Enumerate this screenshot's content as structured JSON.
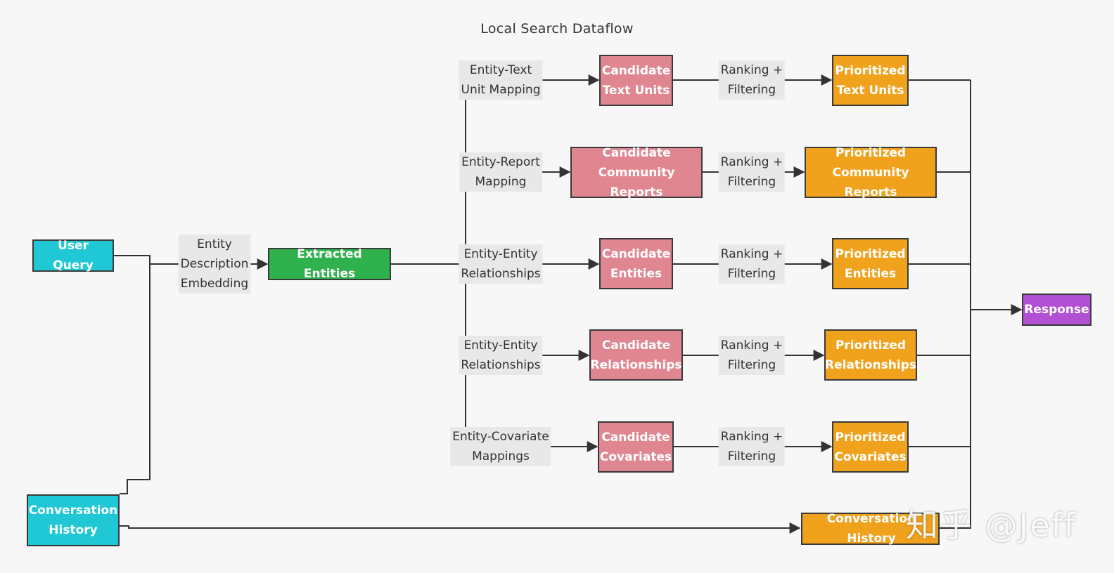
{
  "title": "Local Search Dataflow",
  "nodes": {
    "user_query": "User Query",
    "conversation_history_in": "Conversation\nHistory",
    "extracted_entities": "Extracted Entities",
    "candidate_text_units": "Candidate\nText Units",
    "candidate_community_reports": "Candidate\nCommunity Reports",
    "candidate_entities": "Candidate\nEntities",
    "candidate_relationships": "Candidate\nRelationships",
    "candidate_covariates": "Candidate\nCovariates",
    "prioritized_text_units": "Prioritized\nText Units",
    "prioritized_community_reports": "Prioritized\nCommunity Reports",
    "prioritized_entities": "Prioritized\nEntities",
    "prioritized_relationships": "Prioritized\nRelationships",
    "prioritized_covariates": "Prioritized\nCovariates",
    "conversation_history_out": "Conversation History",
    "response": "Response"
  },
  "edge_labels": {
    "entity_description_embedding": "Entity\nDescription\nEmbedding",
    "entity_text_unit_mapping": "Entity-Text\nUnit Mapping",
    "entity_report_mapping": "Entity-Report\nMapping",
    "entity_entity_relationships_1": "Entity-Entity\nRelationships",
    "entity_entity_relationships_2": "Entity-Entity\nRelationships",
    "entity_covariate_mappings": "Entity-Covariate\nMappings",
    "ranking_filtering_1": "Ranking +\nFiltering",
    "ranking_filtering_2": "Ranking +\nFiltering",
    "ranking_filtering_3": "Ranking +\nFiltering",
    "ranking_filtering_4": "Ranking +\nFiltering",
    "ranking_filtering_5": "Ranking +\nFiltering"
  },
  "watermark": "知乎 @Jeff",
  "colors": {
    "input": "#1fc8d4",
    "extracted": "#2fb24e",
    "candidate": "#df8691",
    "prioritized": "#f0a21d",
    "response": "#b150d2",
    "line": "#333333"
  }
}
